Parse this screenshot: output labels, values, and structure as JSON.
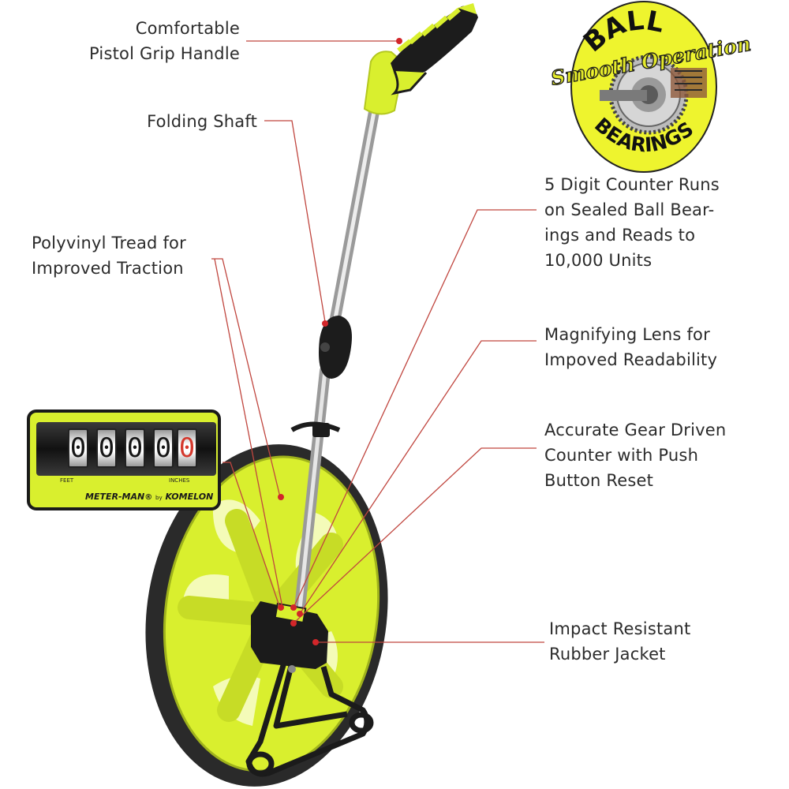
{
  "callouts": {
    "grip": [
      "Comfortable",
      "Pistol Grip Handle"
    ],
    "shaft": [
      "Folding Shaft"
    ],
    "tread": [
      "Polyvinyl Tread for",
      "Improved Traction"
    ],
    "counter": [
      "5 Digit Counter Runs",
      "on Sealed Ball Bear-",
      "ings and Reads to",
      "10,000 Units"
    ],
    "lens": [
      "Magnifying Lens for",
      "Impoved Readability"
    ],
    "gear": [
      "Accurate Gear Driven",
      "Counter with Push",
      "Button Reset"
    ],
    "jacket": [
      "Impact Resistant",
      "Rubber Jacket"
    ]
  },
  "badge": {
    "top": "BALL",
    "middle": "Smooth Operation",
    "bottom": "BEARINGS"
  },
  "inset": {
    "digits": [
      "0",
      "0",
      "0",
      "0",
      "0"
    ],
    "left_unit": "FEET",
    "right_unit": "INCHES",
    "brand": "METER-MAN",
    "brand_mark": "®",
    "brand_by": "by",
    "maker": "KOMELON"
  },
  "colors": {
    "accent_yellow": "#d9ef2e",
    "leader_line": "#c0463f",
    "dark": "#1a1a1a",
    "text": "#2b2b2b"
  }
}
